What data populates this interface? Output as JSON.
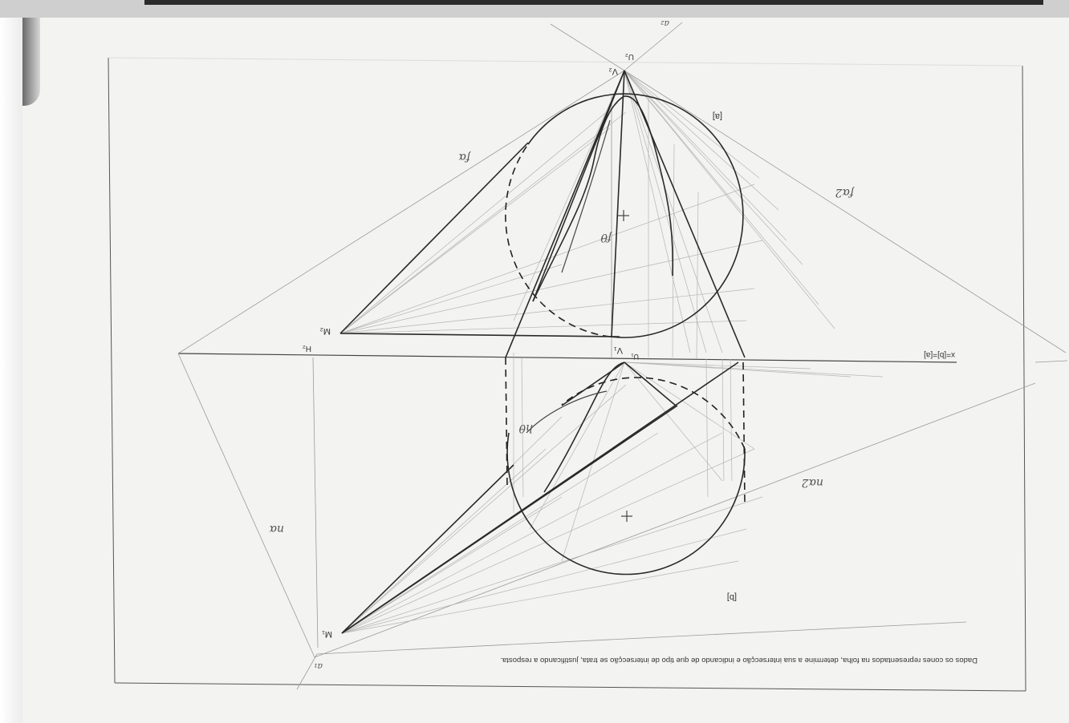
{
  "labels": {
    "instruction": "Dados os cones representados na folha, determine a sua intersecção e indicando de que tipo de intersecção se trata, justificando a resposta.",
    "axis": "x=[b]=[a]",
    "trace_a": "[a]",
    "trace_b": "[b]",
    "fa": "fα",
    "fa2": "fα2",
    "na": "nα",
    "na2": "nα2",
    "f_theta": "fθ",
    "h_theta": "hθ",
    "v2_top": "V₂",
    "u2_top": "U₂",
    "v1": "V₁",
    "u1": "U₁",
    "m2": "M₂",
    "m1": "M₁",
    "a2": "a₂",
    "a1": "a₁",
    "h2": "H₂"
  },
  "colors": {
    "paper": "#f3f3f2",
    "top_band": "#2b2b2b",
    "ink": "#2a2a2a",
    "construction": "#9a9a9a"
  }
}
